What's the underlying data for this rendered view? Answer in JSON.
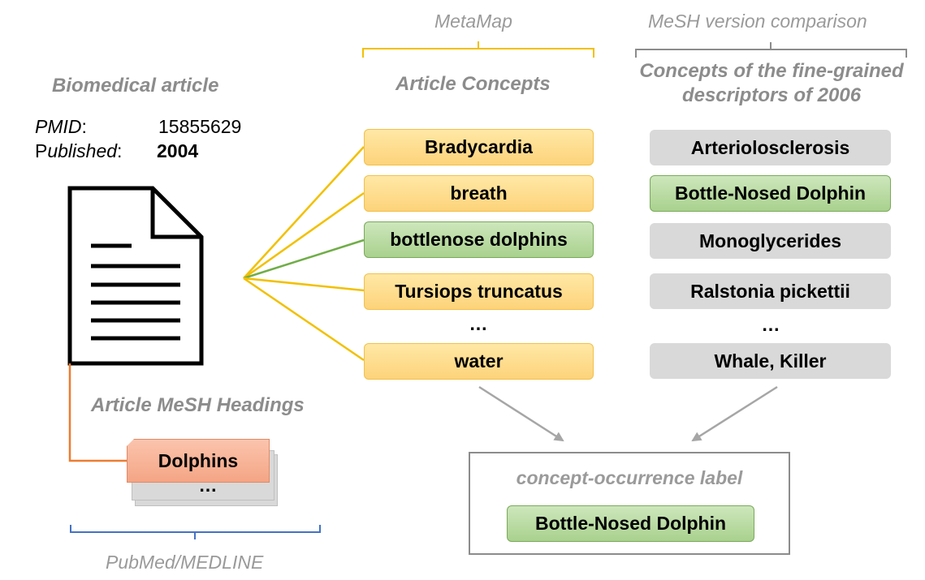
{
  "left": {
    "title": "Biomedical article",
    "pmid_label": "PMID",
    "pmid_value": "15855629",
    "published_label_p": "P",
    "published_label_rest": "ublished",
    "published_value": "2004",
    "mesh_title": "Article MeSH Headings",
    "mesh_front": "Dolphins",
    "mesh_back": "…",
    "bottom_caption": "PubMed/MEDLINE"
  },
  "metamap": {
    "caption": "MetaMap",
    "title": "Article Concepts",
    "concepts": [
      "Bradycardia",
      "breath",
      "bottlenose dolphins",
      "Tursiops truncatus",
      "…",
      "water"
    ]
  },
  "mesh_comparison": {
    "caption": "MeSH version comparison",
    "title_line1": "Concepts of the fine-grained",
    "title_line2": "descriptors of 2006",
    "descriptors": [
      "Arteriolosclerosis",
      "Bottle-Nosed Dolphin",
      "Monoglycerides",
      "Ralstonia pickettii",
      "…",
      "Whale, Killer"
    ]
  },
  "result": {
    "title": "concept-occurrence label",
    "value": "Bottle-Nosed Dolphin"
  },
  "colors": {
    "yellow_line": "#f2c000",
    "green_line": "#70ad47",
    "orange_line": "#ed7d31",
    "blue_brace": "#4472c4",
    "gray_arrow": "#a6a6a6"
  }
}
